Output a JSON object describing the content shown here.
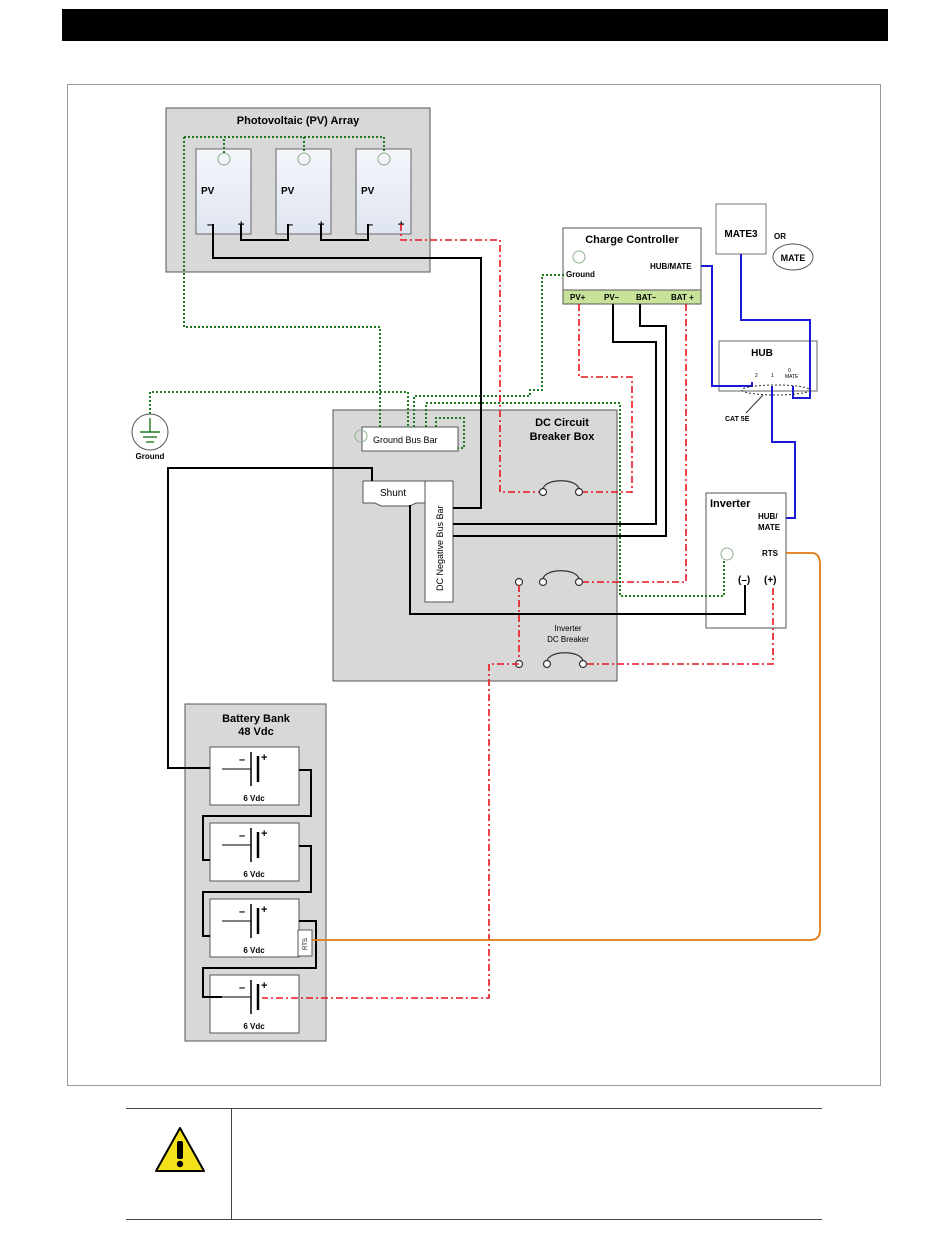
{
  "header": {
    "title": ""
  },
  "diagram": {
    "pv_array": {
      "title": "Photovoltaic (PV) Array",
      "modules": [
        {
          "label": "PV",
          "neg": "–",
          "pos": "+"
        },
        {
          "label": "PV",
          "neg": "–",
          "pos": "+"
        },
        {
          "label": "PV",
          "neg": "–",
          "pos": "+"
        }
      ]
    },
    "charge_controller": {
      "title": "Charge Controller",
      "ground": "Ground",
      "hub_mate": "HUB/MATE",
      "terminals": [
        "PV+",
        "PV–",
        "BAT–",
        "BAT +"
      ]
    },
    "mate3": {
      "label": "MATE3",
      "or": "OR",
      "mate": "MATE"
    },
    "hub": {
      "title": "HUB",
      "port2": "2",
      "port1": "1",
      "port0": "0",
      "port_mate": "MATE",
      "cable": "CAT 5E"
    },
    "ground": {
      "label": "Ground"
    },
    "dc_box": {
      "title_line1": "DC Circuit",
      "title_line2": "Breaker Box",
      "ground_bus": "Ground Bus Bar",
      "shunt": "Shunt",
      "neg_bus": "DC Negative Bus Bar",
      "inverter_breaker_line1": "Inverter",
      "inverter_breaker_line2": "DC Breaker"
    },
    "inverter": {
      "title": "Inverter",
      "hub_mate_line1": "HUB/",
      "hub_mate_line2": "MATE",
      "rts": "RTS",
      "neg": "(–)",
      "pos": "(+)"
    },
    "battery_bank": {
      "title_line1": "Battery Bank",
      "title_line2": "48 Vdc",
      "cells": [
        {
          "voltage": "6 Vdc",
          "neg": "–",
          "pos": "+"
        },
        {
          "voltage": "6 Vdc",
          "neg": "–",
          "pos": "+"
        },
        {
          "voltage": "6 Vdc",
          "neg": "–",
          "pos": "+"
        },
        {
          "voltage": "6 Vdc",
          "neg": "–",
          "pos": "+"
        }
      ],
      "rts_tag": "RTS"
    },
    "colors": {
      "dc_positive": "#e8141c",
      "dc_negative": "#000000",
      "ground": "#1f7a1f",
      "comms": "#1a1ad6",
      "rts": "#e07a14"
    }
  },
  "caution": {
    "icon": "caution-triangle-icon",
    "text": ""
  }
}
